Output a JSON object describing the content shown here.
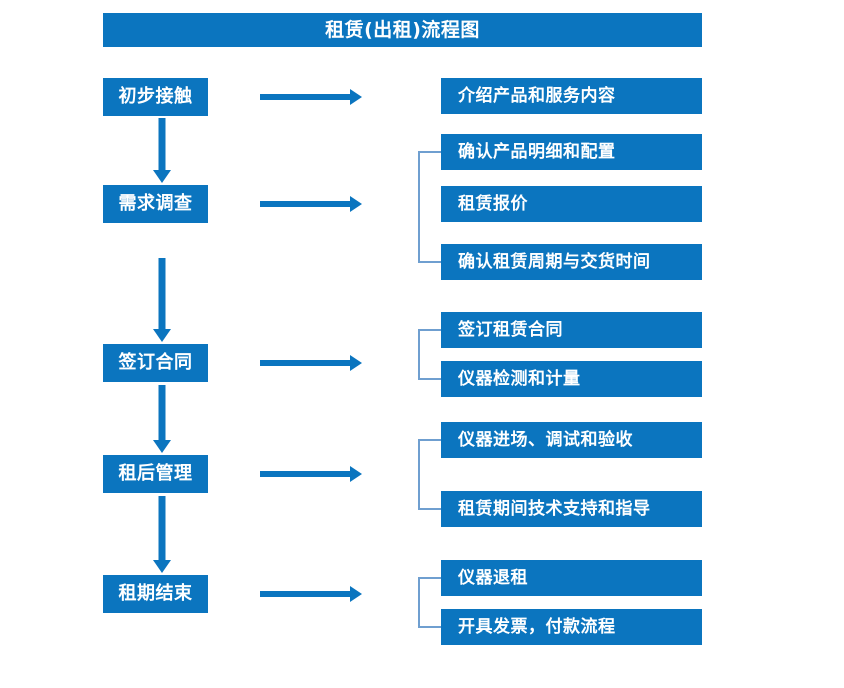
{
  "diagram": {
    "title": "租赁(出租)流程图",
    "accent_color": "#0b75bf",
    "bracket_color": "#6f9fd0",
    "text_color": "#ffffff",
    "background_color": "#ffffff"
  },
  "stages": [
    {
      "label": "初步接触"
    },
    {
      "label": "需求调查"
    },
    {
      "label": "签订合同"
    },
    {
      "label": "租后管理"
    },
    {
      "label": "租期结束"
    }
  ],
  "details": [
    {
      "label": "介绍产品和服务内容"
    },
    {
      "label": "确认产品明细和配置"
    },
    {
      "label": "租赁报价"
    },
    {
      "label": "确认租赁周期与交货时间"
    },
    {
      "label": "签订租赁合同"
    },
    {
      "label": "仪器检测和计量"
    },
    {
      "label": "仪器进场、调试和验收"
    },
    {
      "label": "租赁期间技术支持和指导"
    },
    {
      "label": "仪器退租"
    },
    {
      "label": "开具发票，付款流程"
    }
  ],
  "connectors": {
    "horizontal_arrow_name": "stage-to-detail-arrow",
    "vertical_arrow_name": "stage-flow-arrow",
    "bracket_name": "detail-group-bracket"
  }
}
